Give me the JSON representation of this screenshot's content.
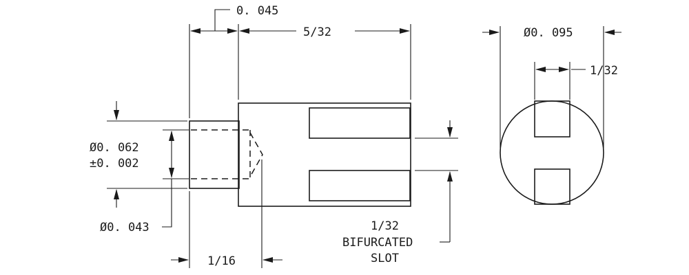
{
  "dimensions": {
    "shoulder_length": "0. 045",
    "body_length": "5/32",
    "head_diameter": "Ø0. 095",
    "slot_width_end": "1/32",
    "pin_diameter": "Ø0. 062",
    "pin_tolerance": "±0. 002",
    "bore_diameter": "Ø0. 043",
    "pin_length": "1/16",
    "slot_width": "1/32",
    "slot_label_1": "BIFURCATED",
    "slot_label_2": "SLOT"
  },
  "colors": {
    "ink": "#1a1a1a",
    "paper": "#ffffff"
  }
}
